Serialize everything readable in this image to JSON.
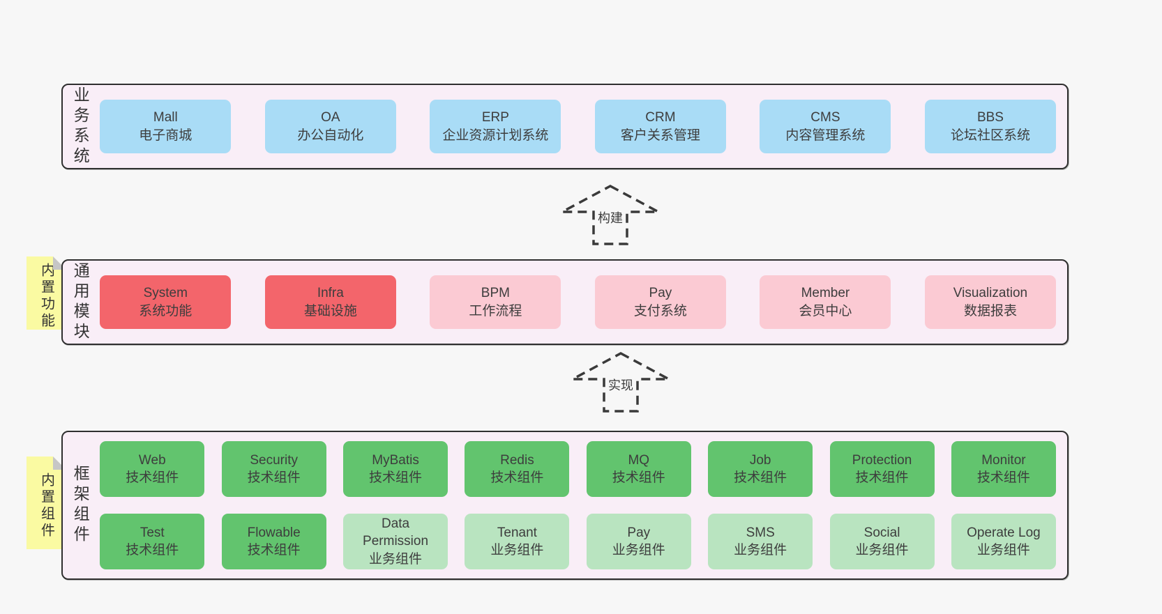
{
  "colors": {
    "page_bg": "#f7f7f7",
    "band_bg": "#f9eef7",
    "band_border": "#2f2f2f",
    "box_blue": "#a9dcf6",
    "box_red": "#f3656b",
    "box_pink": "#fbcad3",
    "box_green": "#62c46e",
    "box_light_green": "#b9e4c0",
    "sticky_yellow": "#fafaa2",
    "sticky_fold": "#c6c6c6",
    "text": "#3d3d3d"
  },
  "arrows": [
    {
      "label": "构建"
    },
    {
      "label": "实现"
    }
  ],
  "bands": [
    {
      "label": "业务系统",
      "boxes": [
        {
          "title": "Mall",
          "subtitle": "电子商城",
          "variant": "blue"
        },
        {
          "title": "OA",
          "subtitle": "办公自动化",
          "variant": "blue"
        },
        {
          "title": "ERP",
          "subtitle": "企业资源计划系统",
          "variant": "blue"
        },
        {
          "title": "CRM",
          "subtitle": "客户关系管理",
          "variant": "blue"
        },
        {
          "title": "CMS",
          "subtitle": "内容管理系统",
          "variant": "blue"
        },
        {
          "title": "BBS",
          "subtitle": "论坛社区系统",
          "variant": "blue"
        }
      ]
    },
    {
      "label": "通用模块",
      "sticky": "内置功能",
      "boxes": [
        {
          "title": "System",
          "subtitle": "系统功能",
          "variant": "red"
        },
        {
          "title": "Infra",
          "subtitle": "基础设施",
          "variant": "red"
        },
        {
          "title": "BPM",
          "subtitle": "工作流程",
          "variant": "pink"
        },
        {
          "title": "Pay",
          "subtitle": "支付系统",
          "variant": "pink"
        },
        {
          "title": "Member",
          "subtitle": "会员中心",
          "variant": "pink"
        },
        {
          "title": "Visualization",
          "subtitle": "数据报表",
          "variant": "pink"
        }
      ]
    },
    {
      "label": "框架组件",
      "sticky": "内置组件",
      "rows": [
        [
          {
            "title": "Web",
            "subtitle": "技术组件",
            "variant": "green"
          },
          {
            "title": "Security",
            "subtitle": "技术组件",
            "variant": "green"
          },
          {
            "title": "MyBatis",
            "subtitle": "技术组件",
            "variant": "green"
          },
          {
            "title": "Redis",
            "subtitle": "技术组件",
            "variant": "green"
          },
          {
            "title": "MQ",
            "subtitle": "技术组件",
            "variant": "green"
          },
          {
            "title": "Job",
            "subtitle": "技术组件",
            "variant": "green"
          },
          {
            "title": "Protection",
            "subtitle": "技术组件",
            "variant": "green"
          },
          {
            "title": "Monitor",
            "subtitle": "技术组件",
            "variant": "green"
          }
        ],
        [
          {
            "title": "Test",
            "subtitle": "技术组件",
            "variant": "green"
          },
          {
            "title": "Flowable",
            "subtitle": "技术组件",
            "variant": "green"
          },
          {
            "title": "Data Permission",
            "subtitle": "业务组件",
            "variant": "lightgreen"
          },
          {
            "title": "Tenant",
            "subtitle": "业务组件",
            "variant": "lightgreen"
          },
          {
            "title": "Pay",
            "subtitle": "业务组件",
            "variant": "lightgreen"
          },
          {
            "title": "SMS",
            "subtitle": "业务组件",
            "variant": "lightgreen"
          },
          {
            "title": "Social",
            "subtitle": "业务组件",
            "variant": "lightgreen"
          },
          {
            "title": "Operate Log",
            "subtitle": "业务组件",
            "variant": "lightgreen"
          }
        ]
      ]
    }
  ]
}
